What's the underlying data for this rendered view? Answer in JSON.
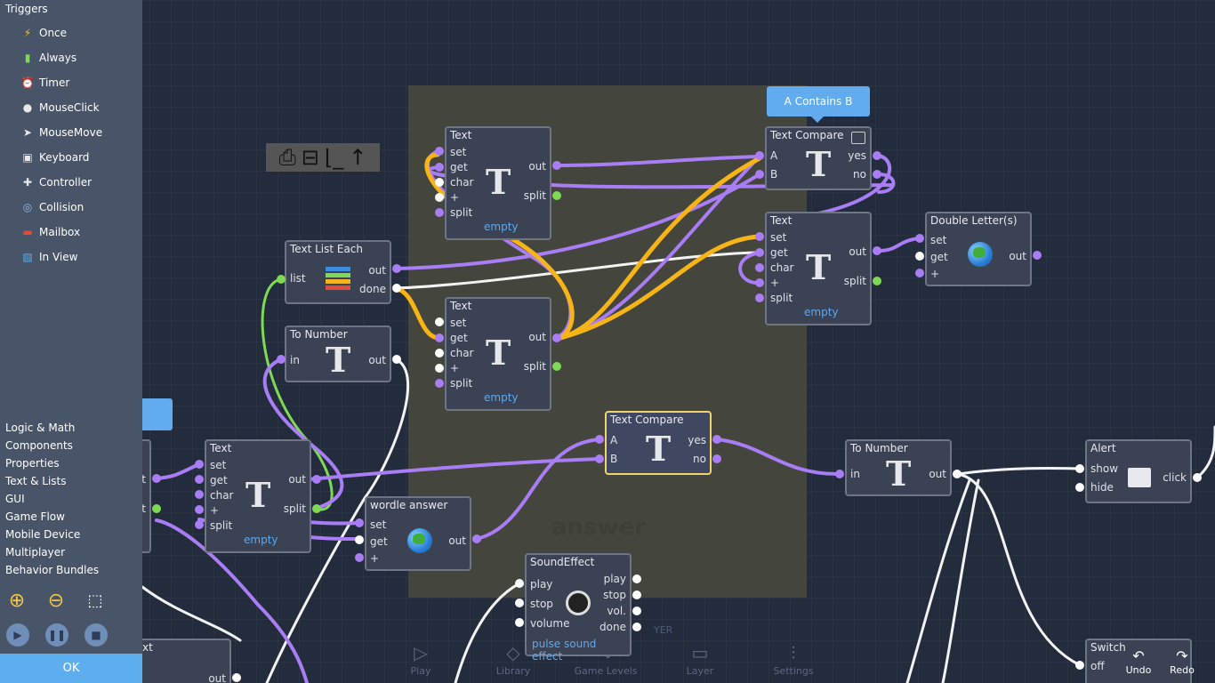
{
  "sidebar": {
    "heading": "Triggers",
    "triggers": [
      {
        "label": "Once",
        "icon": "lightning-icon"
      },
      {
        "label": "Always",
        "icon": "battery-icon"
      },
      {
        "label": "Timer",
        "icon": "alarm-clock-icon"
      },
      {
        "label": "MouseClick",
        "icon": "mouse-icon"
      },
      {
        "label": "MouseMove",
        "icon": "cursor-icon"
      },
      {
        "label": "Keyboard",
        "icon": "key-icon"
      },
      {
        "label": "Controller",
        "icon": "gamepad-icon"
      },
      {
        "label": "Collision",
        "icon": "collision-icon"
      },
      {
        "label": "Mailbox",
        "icon": "mailbox-icon"
      },
      {
        "label": "In View",
        "icon": "in-view-icon"
      }
    ],
    "categories": [
      "Logic & Math",
      "Components",
      "Properties",
      "Text & Lists",
      "GUI",
      "Game Flow",
      "Mobile Device",
      "Multiplayer",
      "Behavior Bundles"
    ],
    "ok_label": "OK"
  },
  "tooltip": "A Contains B",
  "scene_label": "answer",
  "scene_sublabel": "YER",
  "bottom_nav": [
    "Play",
    "Library",
    "Game Levels",
    "Layer",
    "Settings"
  ],
  "undo_label": "Undo",
  "redo_label": "Redo",
  "nodes": {
    "text1": {
      "title": "Text",
      "ports_in": [
        "set",
        "get",
        "char",
        "+",
        "split"
      ],
      "ports_out": [
        "out",
        "split"
      ],
      "sub": "empty"
    },
    "text2": {
      "title": "Text",
      "ports_in": [
        "set",
        "get",
        "char",
        "+",
        "split"
      ],
      "ports_out": [
        "out",
        "split"
      ],
      "sub": "empty"
    },
    "text3": {
      "title": "Text",
      "ports_in": [
        "set",
        "get",
        "char",
        "+",
        "split"
      ],
      "ports_out": [
        "out",
        "split"
      ],
      "sub": "empty"
    },
    "text4": {
      "title": "Text",
      "ports_in": [
        "set",
        "get",
        "char",
        "+",
        "split"
      ],
      "ports_out": [
        "out",
        "split"
      ],
      "sub": "empty"
    },
    "compare1": {
      "title": "Text Compare",
      "ports_in": [
        "A",
        "B"
      ],
      "ports_out": [
        "yes",
        "no"
      ]
    },
    "compare2": {
      "title": "Text Compare",
      "ports_in": [
        "A",
        "B"
      ],
      "ports_out": [
        "yes",
        "no"
      ]
    },
    "listEach": {
      "title": "Text List Each",
      "ports_in": [
        "list"
      ],
      "ports_out": [
        "out",
        "done"
      ]
    },
    "toNumber1": {
      "title": "To Number",
      "ports_in": [
        "in"
      ],
      "ports_out": [
        "out"
      ]
    },
    "toNumber2": {
      "title": "To Number",
      "ports_in": [
        "in"
      ],
      "ports_out": [
        "out"
      ]
    },
    "doubleLetter": {
      "title": "Double Letter(s)",
      "ports_in": [
        "set",
        "get",
        "+"
      ],
      "ports_out": [
        "out"
      ]
    },
    "wordle": {
      "title": "wordle answer",
      "ports_in": [
        "set",
        "get",
        "+"
      ],
      "ports_out": [
        "out"
      ]
    },
    "sound": {
      "title": "SoundEffect",
      "ports_in": [
        "play",
        "stop",
        "volume"
      ],
      "ports_out": [
        "play",
        "stop",
        "vol.",
        "done"
      ],
      "sub": "pulse sound effect"
    },
    "alert": {
      "title": "Alert",
      "ports_in": [
        "show",
        "hide"
      ],
      "ports_out": [
        "click"
      ]
    },
    "switch": {
      "title": "Switch",
      "ports_in": [
        "off"
      ]
    },
    "partial1": {
      "ports_out": [
        "t",
        "t"
      ]
    },
    "partial2": {
      "title": "xt",
      "ports_out": [
        "out"
      ]
    }
  }
}
